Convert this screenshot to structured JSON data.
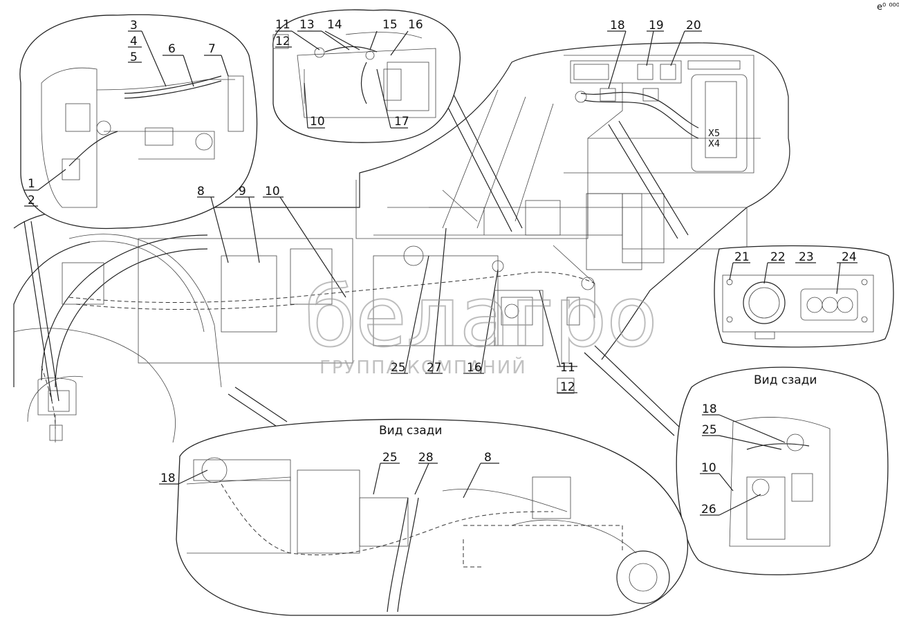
{
  "callouts": {
    "c1": "1",
    "c2": "2",
    "c3": "3",
    "c4": "4",
    "c5": "5",
    "c6": "6",
    "c7": "7",
    "c8": "8",
    "c9": "9",
    "c10": "10",
    "c11": "11",
    "c12": "12",
    "c13": "13",
    "c14": "14",
    "c15": "15",
    "c16": "16",
    "c10b": "10",
    "c17": "17",
    "c18": "18",
    "c19": "19",
    "c20": "20",
    "c21": "21",
    "c22": "22",
    "c23": "23",
    "c24": "24",
    "c25": "25",
    "c27": "27",
    "c16b": "16",
    "c11b": "11",
    "c12b": "12",
    "c18b": "18",
    "c25b": "25",
    "c10c": "10",
    "c26": "26",
    "c18c": "18",
    "c25c": "25",
    "c28": "28",
    "c8b": "8"
  },
  "connectors": {
    "x5": "X5",
    "x4": "X4"
  },
  "captions": {
    "rear_right": "Вид сзади",
    "rear_bottom": "Вид сзади"
  },
  "watermark": {
    "brand": "белагро",
    "subtitle": "ГРУППА КОМПАНИЙ"
  },
  "corner_mark": "e⁰ ⁰⁰⁰"
}
